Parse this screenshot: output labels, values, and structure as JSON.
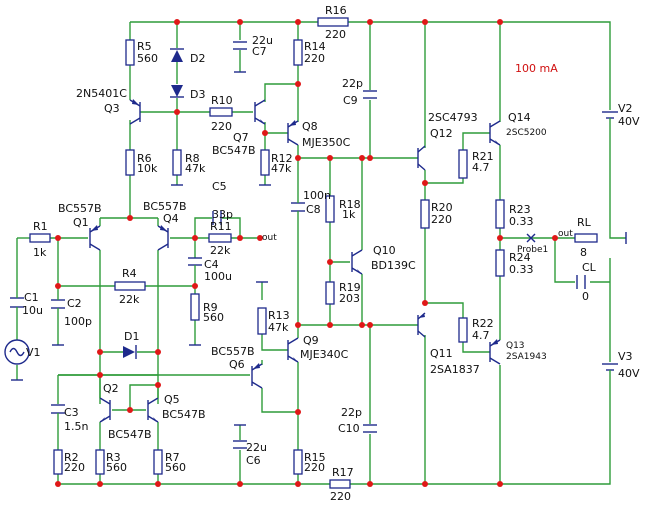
{
  "annotation": "100 mA",
  "components": {
    "R1": {
      "ref": "R1",
      "value": "1k"
    },
    "C1": {
      "ref": "C1",
      "value": "10u"
    },
    "C2": {
      "ref": "C2",
      "value": "100p"
    },
    "V1": {
      "ref": "V1"
    },
    "Q1": {
      "ref": "Q1",
      "part": "BC557B"
    },
    "Q4": {
      "ref": "Q4",
      "part": "BC557B"
    },
    "R4": {
      "ref": "R4",
      "value": "22k"
    },
    "C5": {
      "ref": "C5",
      "value": "33p"
    },
    "R11": {
      "ref": "R11",
      "value": "22k"
    },
    "out1": {
      "label": "out"
    },
    "C4": {
      "ref": "C4",
      "value": "100u"
    },
    "R9": {
      "ref": "R9",
      "value": "560"
    },
    "D1": {
      "ref": "D1"
    },
    "Q2": {
      "ref": "Q2"
    },
    "Q5": {
      "ref": "Q5",
      "part": "BC547B"
    },
    "Q2part": {
      "part": "BC547B"
    },
    "C3": {
      "ref": "C3",
      "value": "1.5n"
    },
    "R2": {
      "ref": "R2",
      "value": "220"
    },
    "R3": {
      "ref": "R3",
      "value": "560"
    },
    "R7": {
      "ref": "R7",
      "value": "560"
    },
    "R5": {
      "ref": "R5",
      "value": "560"
    },
    "D2": {
      "ref": "D2"
    },
    "D3": {
      "ref": "D3"
    },
    "C7": {
      "ref": "C7",
      "value": "22u"
    },
    "Q3": {
      "ref": "Q3",
      "part": "2N5401C"
    },
    "R10": {
      "ref": "R10",
      "value": "220"
    },
    "R6": {
      "ref": "R6",
      "value": "10k"
    },
    "R8": {
      "ref": "R8",
      "value": "47k"
    },
    "Q7": {
      "ref": "Q7",
      "part": "BC547B"
    },
    "R12": {
      "ref": "R12",
      "value": "47k"
    },
    "Q8": {
      "ref": "Q8",
      "part": "MJE350C"
    },
    "R14": {
      "ref": "R14",
      "value": "220"
    },
    "R16": {
      "ref": "R16",
      "value": "220"
    },
    "C8": {
      "ref": "C8",
      "value": "100n"
    },
    "C9": {
      "ref": "C9",
      "value": "22p"
    },
    "R18": {
      "ref": "R18",
      "value": "1k"
    },
    "Q10": {
      "ref": "Q10",
      "part": "BD139C"
    },
    "R19": {
      "ref": "R19",
      "value": "203"
    },
    "R13": {
      "ref": "R13",
      "value": "47k"
    },
    "Q6": {
      "ref": "Q6",
      "part": "BC557B"
    },
    "Q9": {
      "ref": "Q9",
      "part": "MJE340C"
    },
    "C6": {
      "ref": "C6",
      "value": "22u"
    },
    "R15": {
      "ref": "R15",
      "value": "220"
    },
    "R17": {
      "ref": "R17",
      "value": "220"
    },
    "C10": {
      "ref": "C10",
      "value": "22p"
    },
    "Q12": {
      "ref": "Q12",
      "part": "2SC4793"
    },
    "R21": {
      "ref": "R21",
      "value": "4.7"
    },
    "R20": {
      "ref": "R20",
      "value": "220"
    },
    "Q11": {
      "ref": "Q11",
      "part": "2SA1837"
    },
    "R22": {
      "ref": "R22",
      "value": "4.7"
    },
    "Q14": {
      "ref": "Q14",
      "part": "2SC5200"
    },
    "Q13": {
      "ref": "Q13",
      "part": "2SA1943"
    },
    "R23": {
      "ref": "R23",
      "value": "0.33"
    },
    "R24": {
      "ref": "R24",
      "value": "0.33"
    },
    "out2": {
      "label": "out"
    },
    "probe": {
      "label": "Probe1"
    },
    "RL": {
      "ref": "RL",
      "value": "8"
    },
    "CL": {
      "ref": "CL",
      "value": "0"
    },
    "V2": {
      "ref": "V2",
      "value": "40V"
    },
    "V3": {
      "ref": "V3",
      "value": "40V"
    }
  }
}
